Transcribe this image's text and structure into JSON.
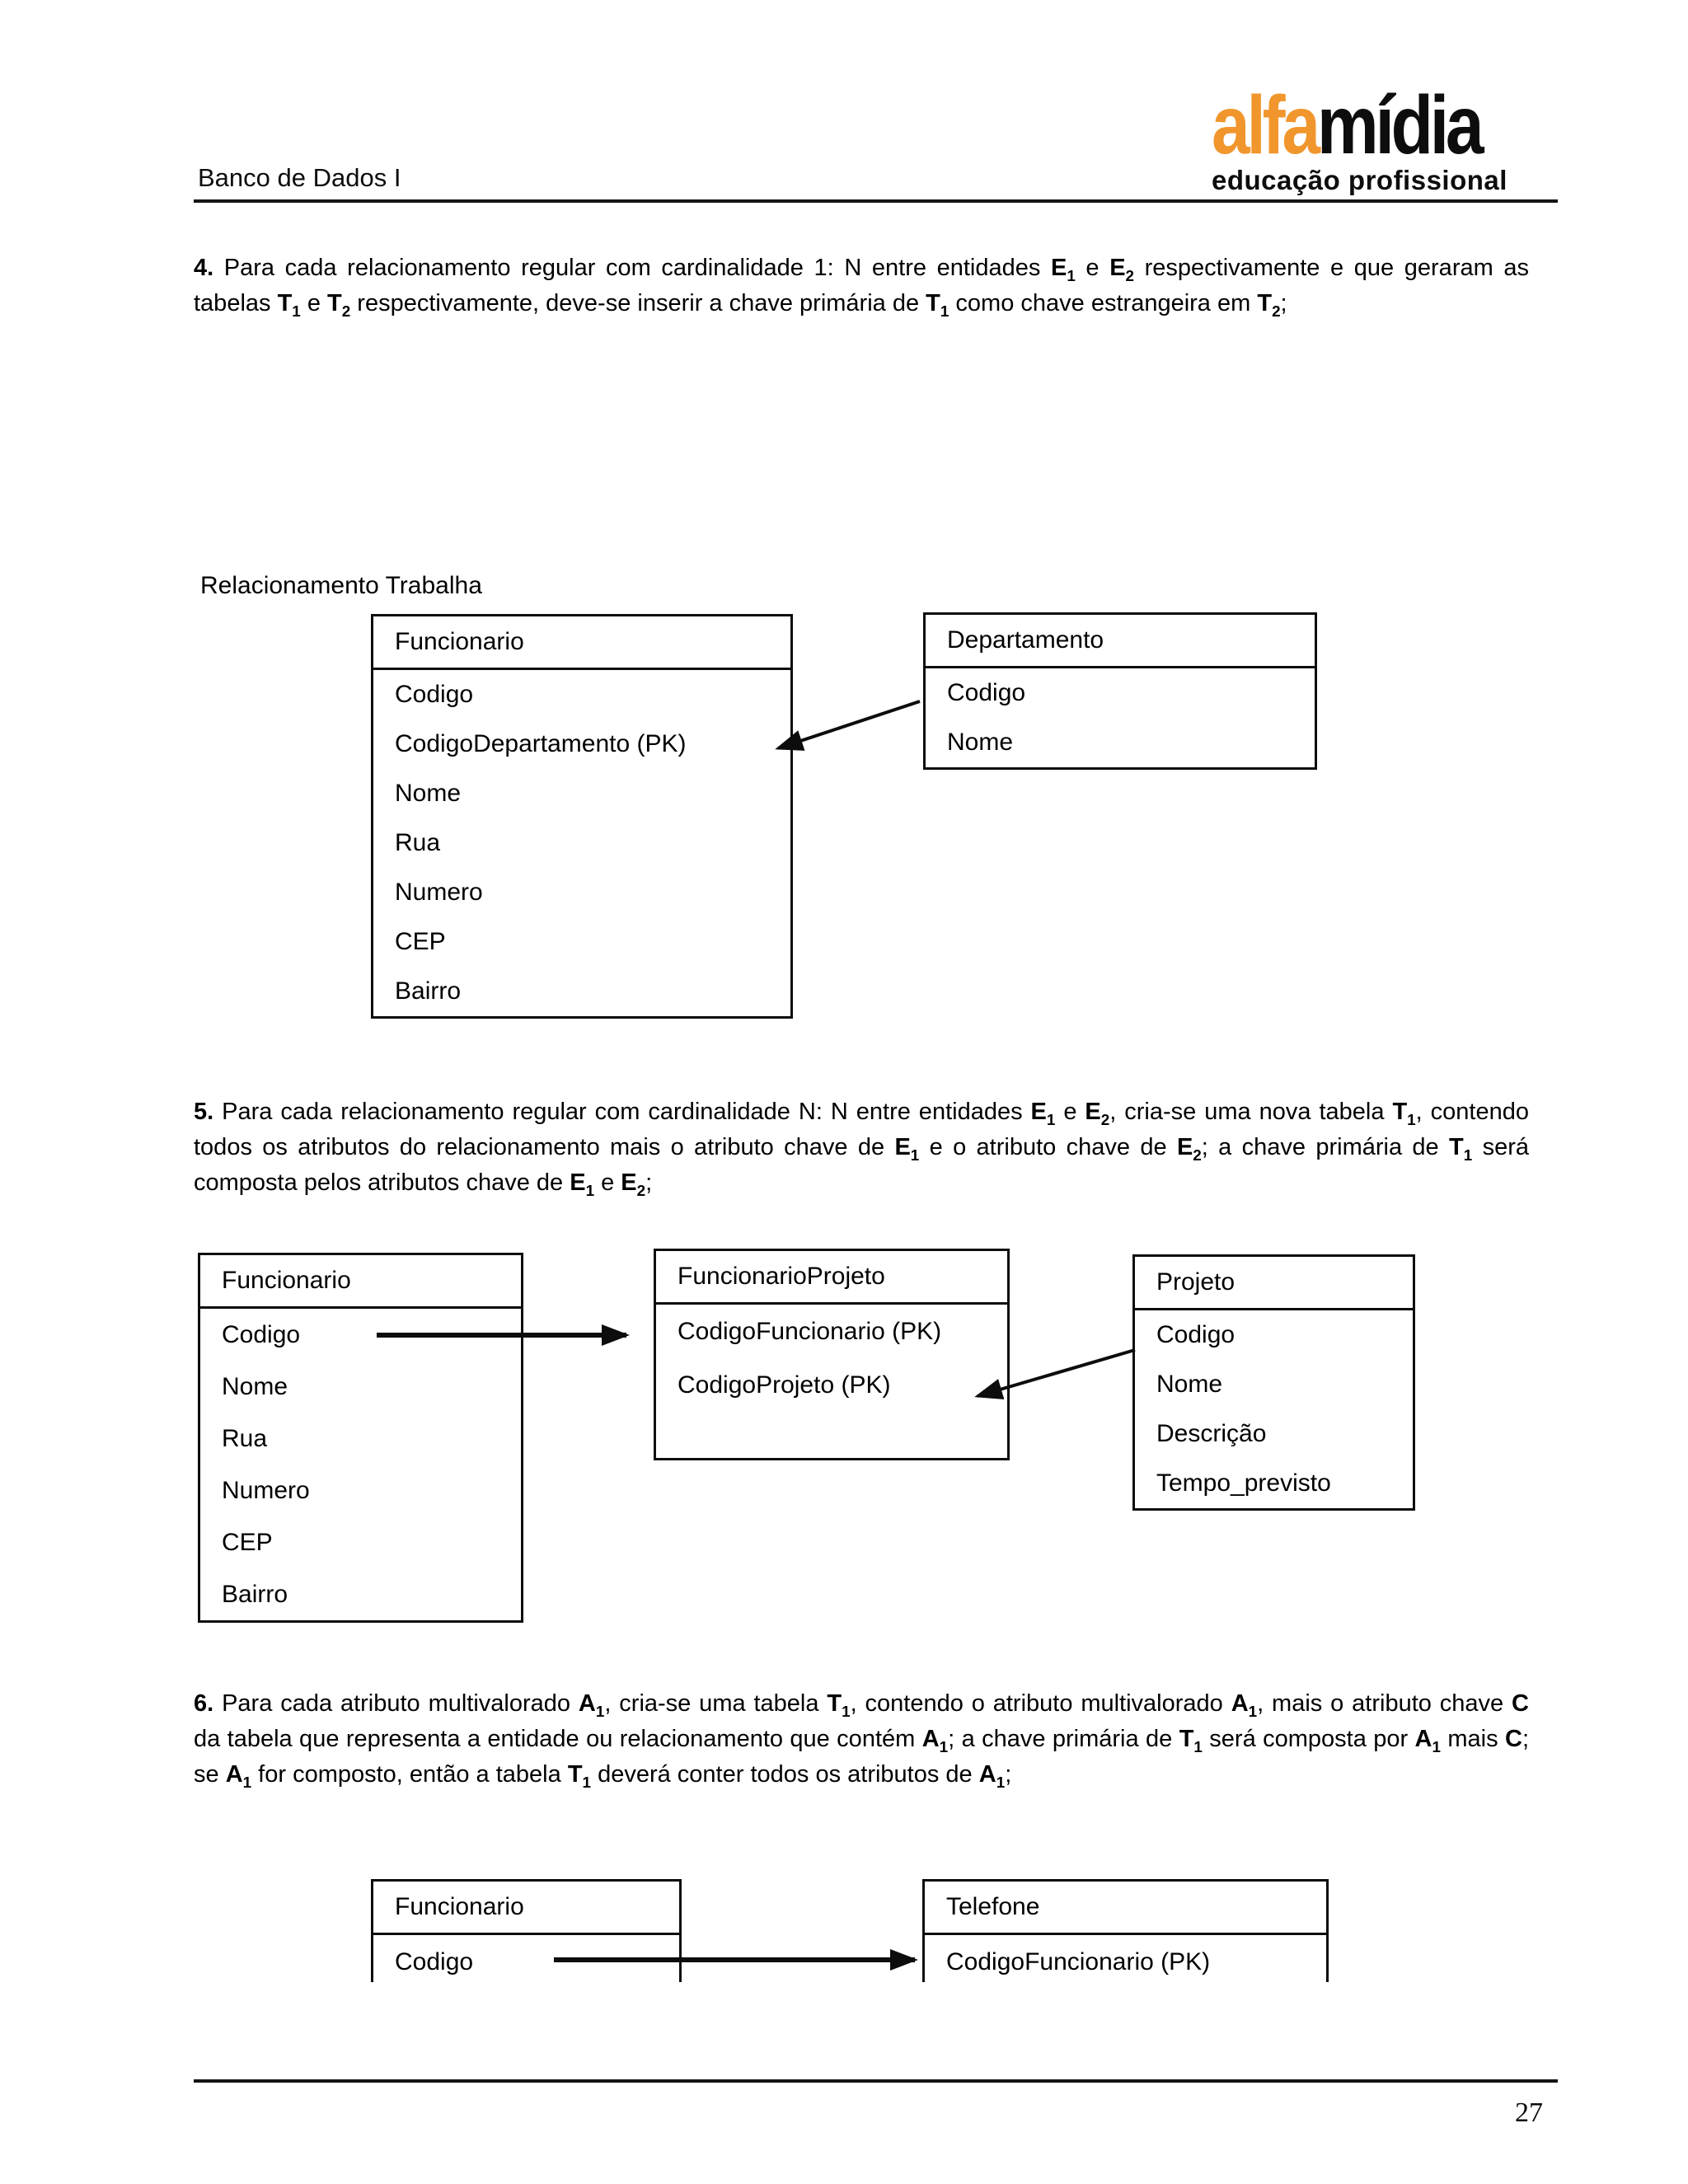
{
  "header": {
    "title": "Banco de Dados I",
    "logo": {
      "part1": "alfa",
      "part2": "mídia",
      "subtitle": "educação profissional",
      "orange": "#F0962D",
      "black": "#0d0d0d"
    }
  },
  "paragraphs": {
    "p4": {
      "segments": [
        {
          "t": "4.",
          "b": true
        },
        {
          "t": " Para cada relacionamento regular com cardinalidade 1: N entre entidades "
        },
        {
          "t": "E",
          "b": true
        },
        {
          "t": "1",
          "b": true,
          "sub": true
        },
        {
          "t": " e "
        },
        {
          "t": "E",
          "b": true
        },
        {
          "t": "2",
          "b": true,
          "sub": true
        },
        {
          "t": " respectivamente e que geraram as tabelas "
        },
        {
          "t": "T",
          "b": true
        },
        {
          "t": "1",
          "b": true,
          "sub": true
        },
        {
          "t": " e "
        },
        {
          "t": "T",
          "b": true
        },
        {
          "t": "2",
          "b": true,
          "sub": true
        },
        {
          "t": " respectivamente, deve-se inserir a chave primária de "
        },
        {
          "t": "T",
          "b": true
        },
        {
          "t": "1",
          "b": true,
          "sub": true
        },
        {
          "t": " como chave estrangeira em "
        },
        {
          "t": "T",
          "b": true
        },
        {
          "t": "2",
          "b": true,
          "sub": true
        },
        {
          "t": ";"
        }
      ]
    },
    "p5": {
      "segments": [
        {
          "t": "5.",
          "b": true
        },
        {
          "t": " Para cada relacionamento regular com cardinalidade N: N entre entidades "
        },
        {
          "t": "E",
          "b": true
        },
        {
          "t": "1",
          "b": true,
          "sub": true
        },
        {
          "t": " e "
        },
        {
          "t": "E",
          "b": true
        },
        {
          "t": "2",
          "b": true,
          "sub": true
        },
        {
          "t": ", cria-se uma nova tabela "
        },
        {
          "t": "T",
          "b": true
        },
        {
          "t": "1",
          "b": true,
          "sub": true
        },
        {
          "t": ", contendo todos os atributos do relacionamento mais o atributo chave de "
        },
        {
          "t": "E",
          "b": true
        },
        {
          "t": "1",
          "b": true,
          "sub": true
        },
        {
          "t": " e o atributo chave de "
        },
        {
          "t": "E",
          "b": true
        },
        {
          "t": "2",
          "b": true,
          "sub": true
        },
        {
          "t": "; a chave primária de "
        },
        {
          "t": "T",
          "b": true
        },
        {
          "t": "1",
          "b": true,
          "sub": true
        },
        {
          "t": " será composta pelos atributos chave de "
        },
        {
          "t": "E",
          "b": true
        },
        {
          "t": "1",
          "b": true,
          "sub": true
        },
        {
          "t": " e "
        },
        {
          "t": "E",
          "b": true
        },
        {
          "t": "2",
          "b": true,
          "sub": true
        },
        {
          "t": ";"
        }
      ]
    },
    "p6": {
      "segments": [
        {
          "t": "6.",
          "b": true
        },
        {
          "t": " Para cada atributo multivalorado "
        },
        {
          "t": "A",
          "b": true
        },
        {
          "t": "1",
          "b": true,
          "sub": true
        },
        {
          "t": ", cria-se uma tabela "
        },
        {
          "t": "T",
          "b": true
        },
        {
          "t": "1",
          "b": true,
          "sub": true
        },
        {
          "t": ", contendo o atributo multivalorado "
        },
        {
          "t": "A",
          "b": true
        },
        {
          "t": "1",
          "b": true,
          "sub": true
        },
        {
          "t": ", mais o atributo chave "
        },
        {
          "t": "C",
          "b": true
        },
        {
          "t": " da tabela que representa a entidade ou relacionamento que contém "
        },
        {
          "t": "A",
          "b": true
        },
        {
          "t": "1",
          "b": true,
          "sub": true
        },
        {
          "t": "; a chave primária de "
        },
        {
          "t": "T",
          "b": true
        },
        {
          "t": "1",
          "b": true,
          "sub": true
        },
        {
          "t": " será composta por "
        },
        {
          "t": "A",
          "b": true
        },
        {
          "t": "1",
          "b": true,
          "sub": true
        },
        {
          "t": " mais "
        },
        {
          "t": "C",
          "b": true
        },
        {
          "t": "; se "
        },
        {
          "t": "A",
          "b": true
        },
        {
          "t": "1",
          "b": true,
          "sub": true
        },
        {
          "t": " for composto, então a tabela "
        },
        {
          "t": "T",
          "b": true
        },
        {
          "t": "1",
          "b": true,
          "sub": true
        },
        {
          "t": " deverá conter todos os atributos de "
        },
        {
          "t": "A",
          "b": true
        },
        {
          "t": "1",
          "b": true,
          "sub": true
        },
        {
          "t": ";"
        }
      ]
    }
  },
  "diagram1": {
    "label": "Relacionamento Trabalha",
    "tables": {
      "funcionario": {
        "title": "Funcionario",
        "rows": [
          "Codigo",
          "CodigoDepartamento (PK)",
          "Nome",
          "Rua",
          "Numero",
          "CEP",
          "Bairro"
        ]
      },
      "departamento": {
        "title": "Departamento",
        "rows": [
          "Codigo",
          "Nome"
        ]
      }
    }
  },
  "diagram2": {
    "tables": {
      "funcionario": {
        "title": "Funcionario",
        "rows": [
          "Codigo",
          "Nome",
          "Rua",
          "Numero",
          "CEP",
          "Bairro"
        ]
      },
      "funcionario_projeto": {
        "title": "FuncionarioProjeto",
        "rows": [
          "CodigoFuncionario (PK)",
          "CodigoProjeto (PK)"
        ]
      },
      "projeto": {
        "title": "Projeto",
        "rows": [
          "Codigo",
          "Nome",
          "Descrição",
          "Tempo_previsto"
        ]
      }
    }
  },
  "diagram3": {
    "tables": {
      "funcionario": {
        "title": "Funcionario",
        "rows": [
          "Codigo"
        ]
      },
      "telefone": {
        "title": "Telefone",
        "rows": [
          "CodigoFuncionario (PK)"
        ]
      }
    }
  },
  "footer": {
    "page_number": "27"
  }
}
